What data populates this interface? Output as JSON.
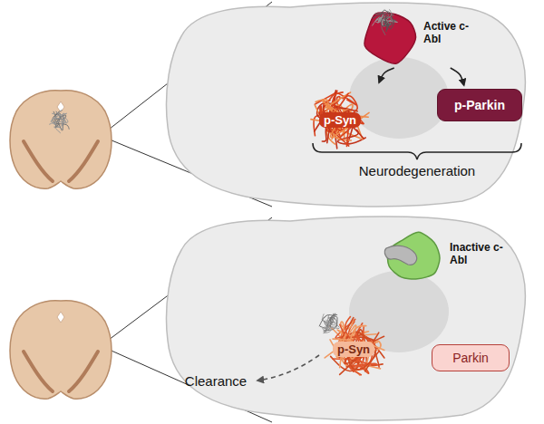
{
  "diagram": {
    "nodes": [
      {
        "text": [
          "Active c-Abl"
        ]
      },
      {
        "text": [
          "p-Syn"
        ]
      },
      {
        "text": [
          "p-Parkin"
        ]
      },
      {
        "text": [
          "Inactive c-Abl"
        ]
      },
      {
        "text": [
          "p-Syn"
        ]
      },
      {
        "text": [
          "Parkin"
        ]
      }
    ],
    "edges": [
      {
        "from": 0,
        "to": 1,
        "arrow": "to"
      },
      {
        "from": 0,
        "to": 2,
        "arrow": "to"
      }
    ],
    "labels": [
      "Neurodegeneration",
      "Clearance"
    ]
  }
}
